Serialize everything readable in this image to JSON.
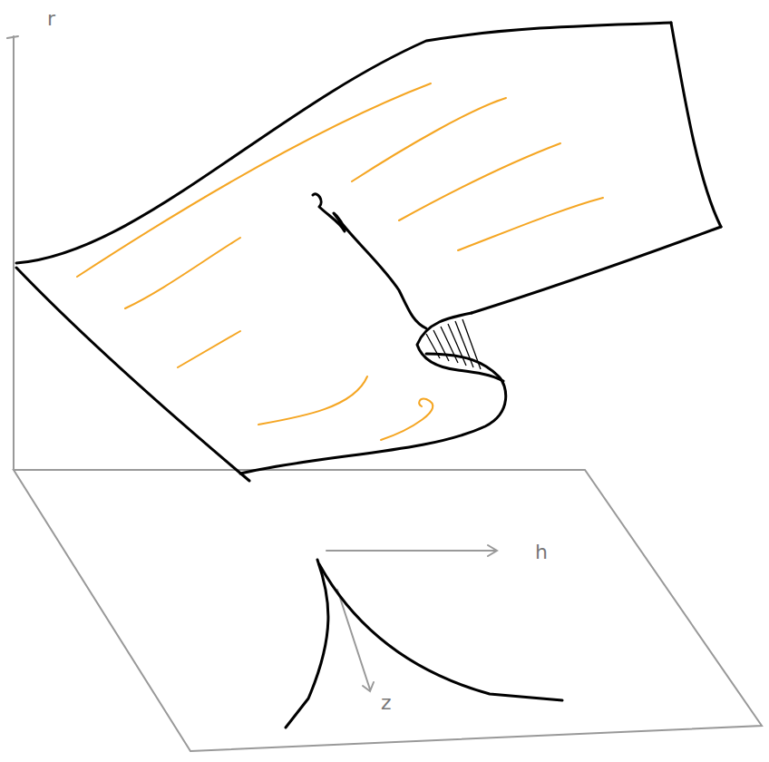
{
  "diagram": {
    "labels": [
      "r",
      "h",
      "z"
    ]
  }
}
